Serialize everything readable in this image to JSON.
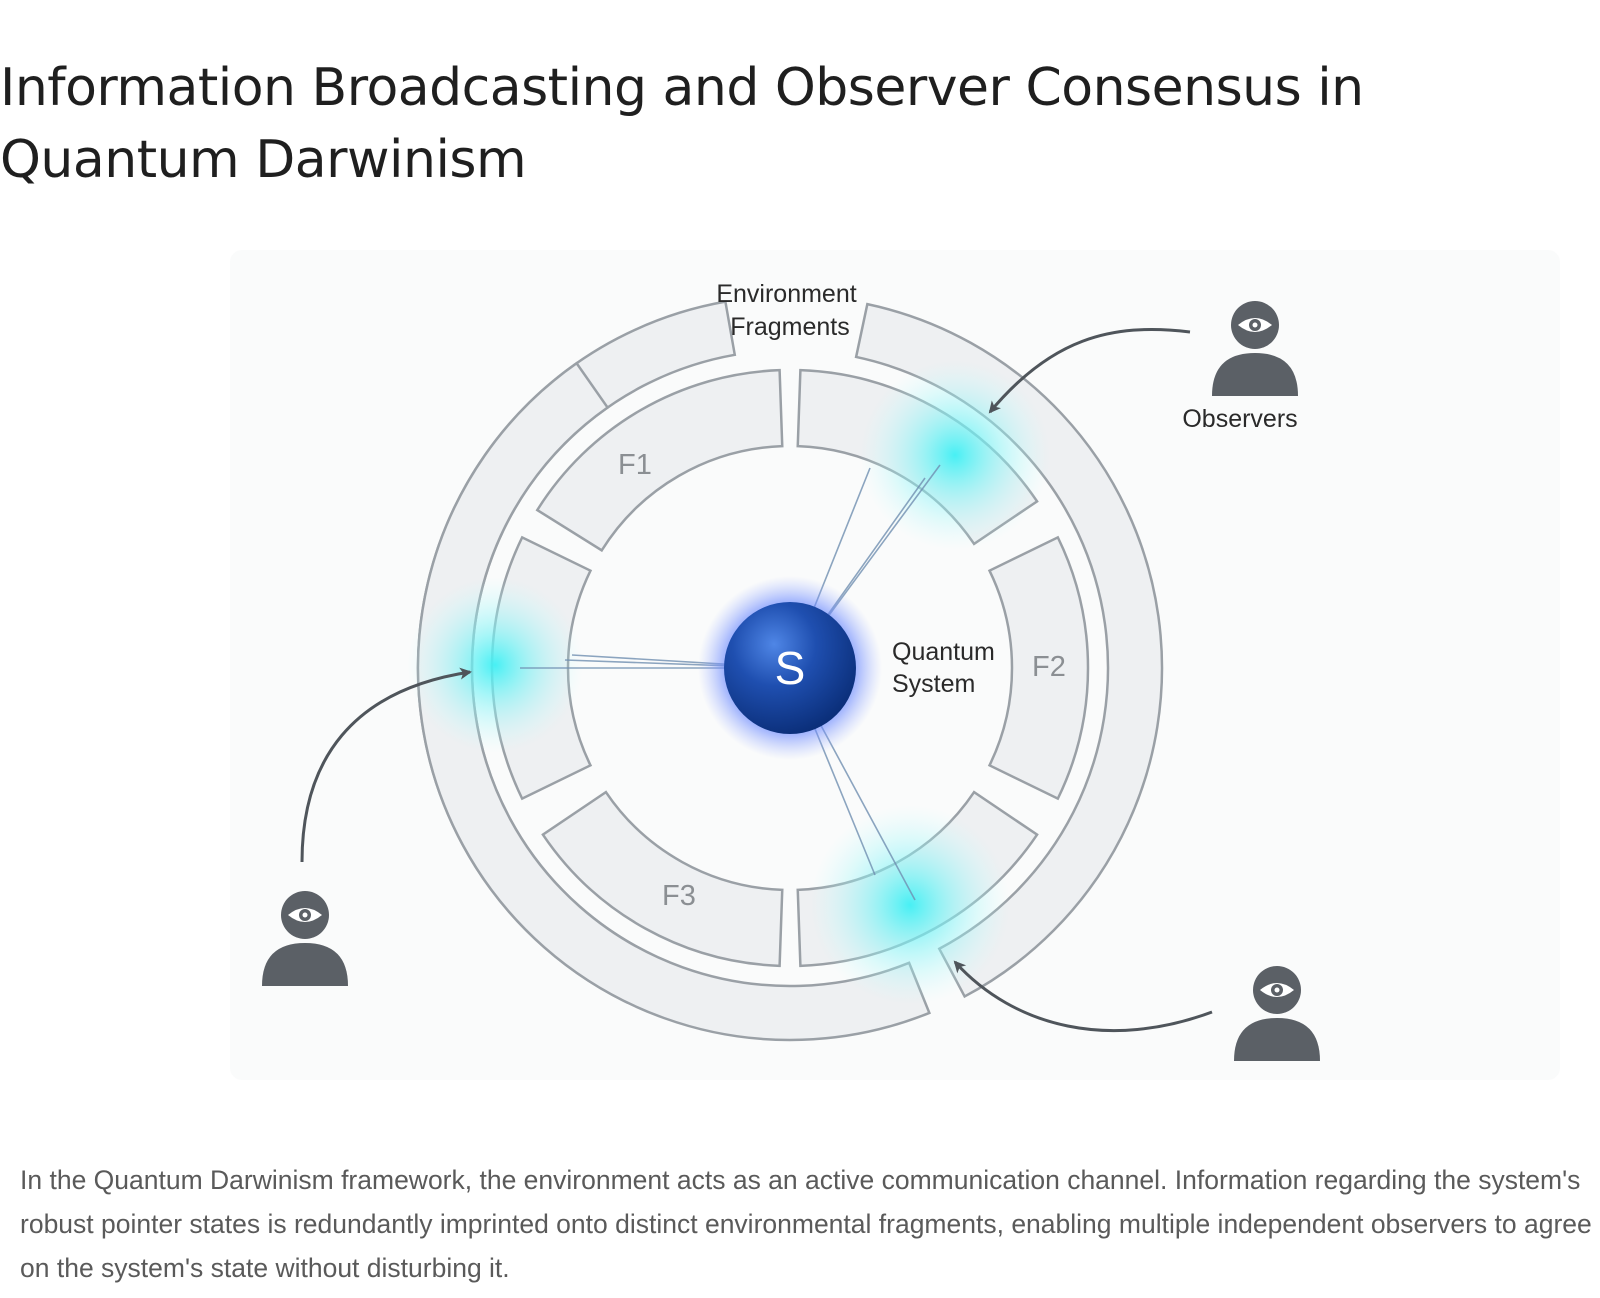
{
  "title": "Information Broadcasting and Observer Consensus in Quantum Darwinism",
  "labels": {
    "environment_fragments": [
      "Environment",
      "Fragments"
    ],
    "quantum_system": [
      "Quantum",
      "System"
    ],
    "observers": "Observers",
    "system_symbol": "S",
    "fragments": [
      "F1",
      "F2",
      "F3"
    ]
  },
  "icons": [
    "eye-icon",
    "person-icon",
    "arrow-icon"
  ],
  "colors": {
    "core": "#1e4fb5",
    "core_glow": "#3d6bff",
    "highlight": "#3fe6f0",
    "segment_fill": "#eef0f2",
    "segment_stroke": "#9aa0a6",
    "observer": "#5b6066"
  },
  "caption": "In the Quantum Darwinism framework, the environment acts as an active communication channel. Information regarding the system's robust pointer states is redundantly imprinted onto distinct environmental fragments, enabling multiple independent observers to agree on the system's state without disturbing it."
}
